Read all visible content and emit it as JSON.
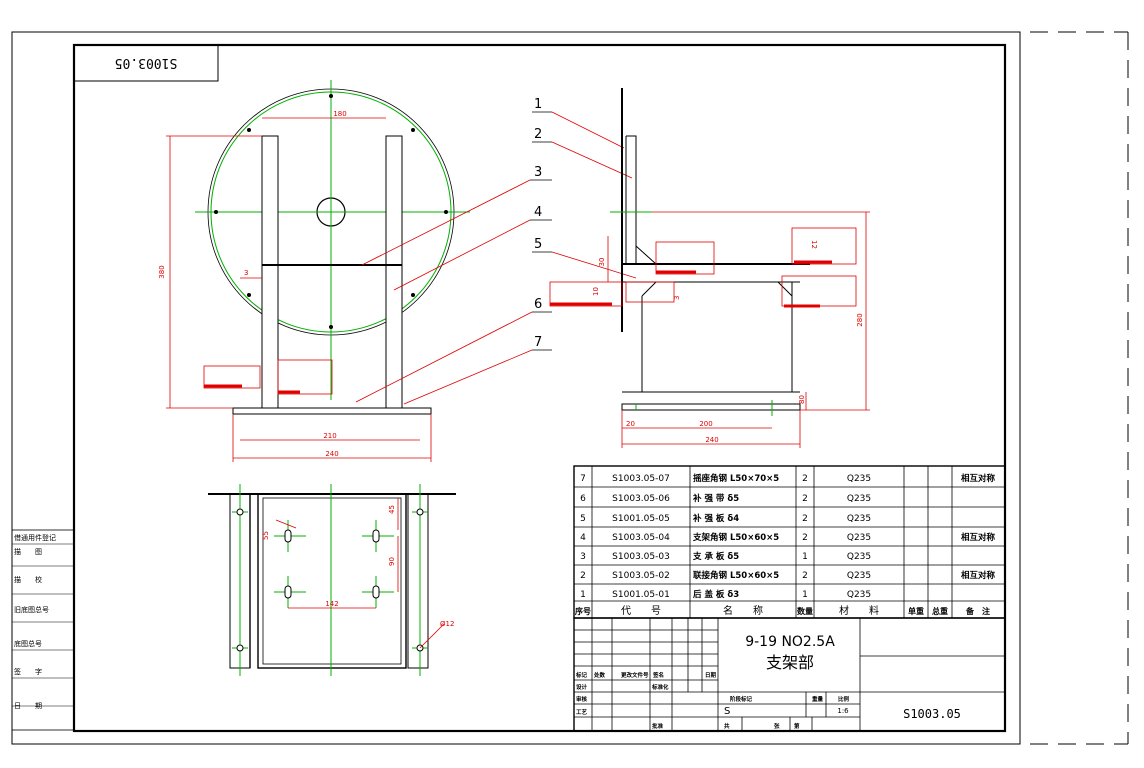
{
  "drawing": {
    "number_mirrored": "S1003.05",
    "part_labels": [
      "1",
      "2",
      "3",
      "4",
      "5",
      "6",
      "7"
    ],
    "dims": {
      "front_top_width": "180",
      "front_height": "380",
      "front_gap": "3",
      "front_inner": "210",
      "front_base": "240",
      "side_height": "280",
      "side_foot": "80",
      "side_inner": "200",
      "side_left": "20",
      "side_base": "240",
      "side_small_1": "30",
      "side_small_2": "10",
      "side_small_3": "3",
      "side_box_1": "12",
      "plan_hole": "Ø12",
      "plan_width": "142",
      "plan_height": "90",
      "plan_top": "45",
      "plan_left": "55"
    }
  },
  "parts_list": {
    "rows": [
      {
        "no": "7",
        "code": "S1003.05-07",
        "name": "摇座角钢 L50×70×5",
        "qty": "2",
        "material": "Q235",
        "note": "相互对称"
      },
      {
        "no": "6",
        "code": "S1003.05-06",
        "name": "补 强 带      δ5",
        "qty": "2",
        "material": "Q235",
        "note": ""
      },
      {
        "no": "5",
        "code": "S1001.05-05",
        "name": "补 强 板      δ4",
        "qty": "2",
        "material": "Q235",
        "note": ""
      },
      {
        "no": "4",
        "code": "S1003.05-04",
        "name": "支架角钢 L50×60×5",
        "qty": "2",
        "material": "Q235",
        "note": "相互对称"
      },
      {
        "no": "3",
        "code": "S1003.05-03",
        "name": "支 承 板      δ5",
        "qty": "1",
        "material": "Q235",
        "note": ""
      },
      {
        "no": "2",
        "code": "S1003.05-02",
        "name": "联接角钢 L50×60×5",
        "qty": "2",
        "material": "Q235",
        "note": "相互对称"
      },
      {
        "no": "1",
        "code": "S1001.05-01",
        "name": "后 盖 板      δ3",
        "qty": "1",
        "material": "Q235",
        "note": ""
      }
    ],
    "header": {
      "no": "序号",
      "code": "代　　号",
      "name": "名　　称",
      "qty": "数量",
      "material": "材　　料",
      "unit_weight": "单重",
      "total_weight": "总重",
      "note": "备　注"
    }
  },
  "title_block": {
    "title_line1": "9-19 NO2.5A",
    "title_line2": "支架部",
    "drawing_number": "S1003.05",
    "scale": "1:6",
    "stage_mark": "S",
    "small_labels": {
      "mark": "标记",
      "count": "处数",
      "zone": "更改文件号",
      "sign": "签名",
      "date": "日期",
      "design": "设计",
      "std": "标准化",
      "check": "审核",
      "craft": "工艺",
      "approve": "批准",
      "stage": "阶段标记",
      "weight": "重量",
      "ratio": "比例",
      "total": "共",
      "sheet": "张",
      "page": "第"
    }
  },
  "left_strip": {
    "labels": [
      "借通用件登记",
      "描　　图",
      "描　　校",
      "旧底图总号",
      "底图总号",
      "签　　字",
      "日　　期"
    ]
  }
}
